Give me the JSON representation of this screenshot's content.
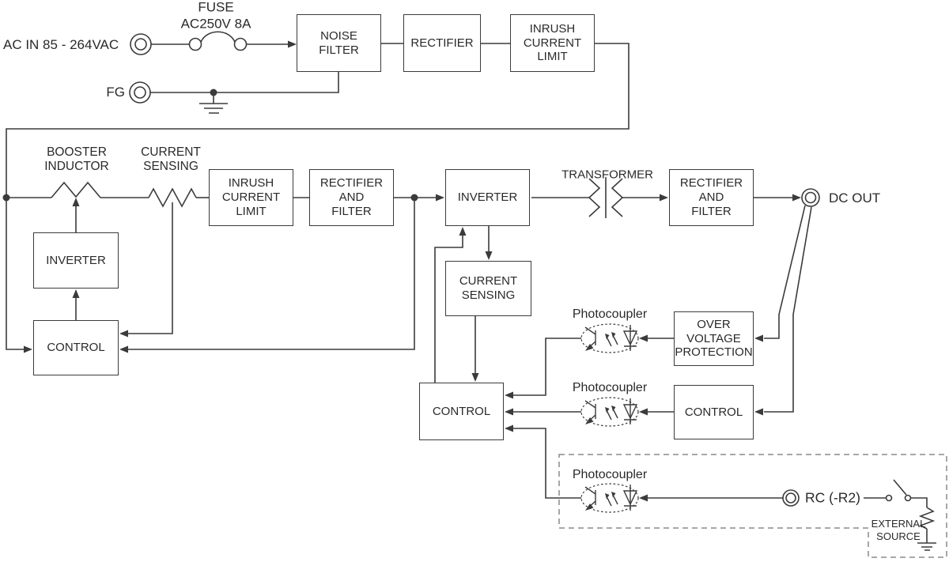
{
  "colors": {
    "line": "#3b3b3b",
    "dashed": "#8a8a8a",
    "text": "#2a2a2a",
    "background": "#ffffff"
  },
  "terminals": {
    "ac_in": "AC IN 85 - 264VAC",
    "fg": "FG",
    "dc_out": "DC OUT",
    "rc": "RC (-R2)"
  },
  "fuse": {
    "name": "FUSE",
    "rating": "AC250V 8A"
  },
  "blocks": {
    "noise_filter": "NOISE\nFILTER",
    "rectifier": "RECTIFIER",
    "inrush_current_limit_1": "INRUSH\nCURRENT\nLIMIT",
    "inrush_current_limit_2": "INRUSH\nCURRENT\nLIMIT",
    "rectifier_and_filter_1": "RECTIFIER\nAND\nFILTER",
    "inverter_pfc": "INVERTER",
    "control_pfc": "CONTROL",
    "inverter_main": "INVERTER",
    "current_sensing": "CURRENT\nSENSING",
    "control_main": "CONTROL",
    "rectifier_and_filter_2": "RECTIFIER\nAND\nFILTER",
    "over_voltage_protection": "OVER VOLTAGE\nPROTECTION",
    "control_secondary": "CONTROL"
  },
  "component_labels": {
    "booster_inductor": "BOOSTER\nINDUCTOR",
    "current_sensing_resistor": "CURRENT\nSENSING",
    "transformer": "TRANSFORMER",
    "photocoupler_ovp": "Photocoupler",
    "photocoupler_control": "Photocoupler",
    "photocoupler_rc": "Photocoupler",
    "external_source": "EXTERNAL\nSOURCE"
  }
}
